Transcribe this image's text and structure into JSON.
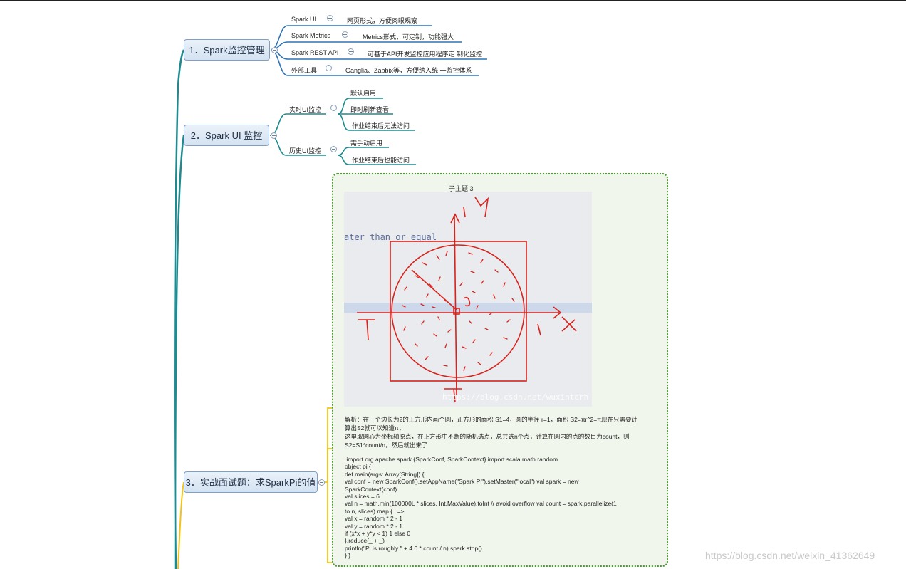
{
  "topics": [
    {
      "label": "1．Spark监控管理",
      "children": [
        {
          "label": "Spark UI",
          "desc": "网页形式，方便肉眼观察"
        },
        {
          "label": "Spark Metrics",
          "desc": "Metrics形式，可定制，功能强大"
        },
        {
          "label": "Spark REST API",
          "desc": "可基于API开发监控应用程序定 制化监控"
        },
        {
          "label": "外部工具",
          "desc": "Ganglia、Zabbix等，方便纳入统 一监控体系"
        }
      ]
    },
    {
      "label": "2．Spark  UI 监控",
      "children": [
        {
          "label": "实时UI监控",
          "leaves": [
            "默认启用",
            "即时刷新查看",
            "作业结束后无法访问"
          ]
        },
        {
          "label": "历史UI监控",
          "leaves": [
            "需手动启用",
            "作业结束后也能访问"
          ]
        }
      ]
    },
    {
      "label": "3．实战面试题：求SparkPi的值",
      "subtopic_title": "子主题 3",
      "image": {
        "overlay_text": "ater than or equal",
        "image_watermark": "https://blog.csdn.net/wuxintdrh",
        "annotation_color": "#d9221b"
      },
      "analysis_lines": [
        "解析：在一个边长为2的正方形内画个圆，正方形的面积 S1=4，圆的半径 r=1，面积 S2=πr^2=π现在只需要计",
        "算出S2就可以知道π，",
        "这里取圆心为坐标轴原点，在正方形中不断的随机选点，总共选n个点，计算在圆内的点的数目为count，则",
        "S2=S1*count/n，然后就出来了"
      ],
      "code": " import org.apache.spark.{SparkConf, SparkContext} import scala.math.random\nobject pi {\ndef main(args: Array[String]) {\nval conf = new SparkConf().setAppName(\"Spark Pi\").setMaster(\"local\") val spark = new\nSparkContext(conf)\nval slices = 6\nval n = math.min(100000L * slices, Int.MaxValue).toInt // avoid overflow val count = spark.parallelize(1\nto n, slices).map { i =>\nval x = random * 2 - 1\nval y = random * 2 - 1\nif (x*x + y*y < 1) 1 else 0\n}.reduce(_ + _)\nprintln(\"Pi is roughly \" + 4.0 * count / n) spark.stop()\n} }"
    }
  ],
  "watermark": "https://blog.csdn.net/weixin_41362649",
  "colors": {
    "trunk": "#1f8a8f",
    "branch_blue": "#2f73b6",
    "branch_yellow": "#f2c418",
    "green_border": "#4f9b33"
  }
}
